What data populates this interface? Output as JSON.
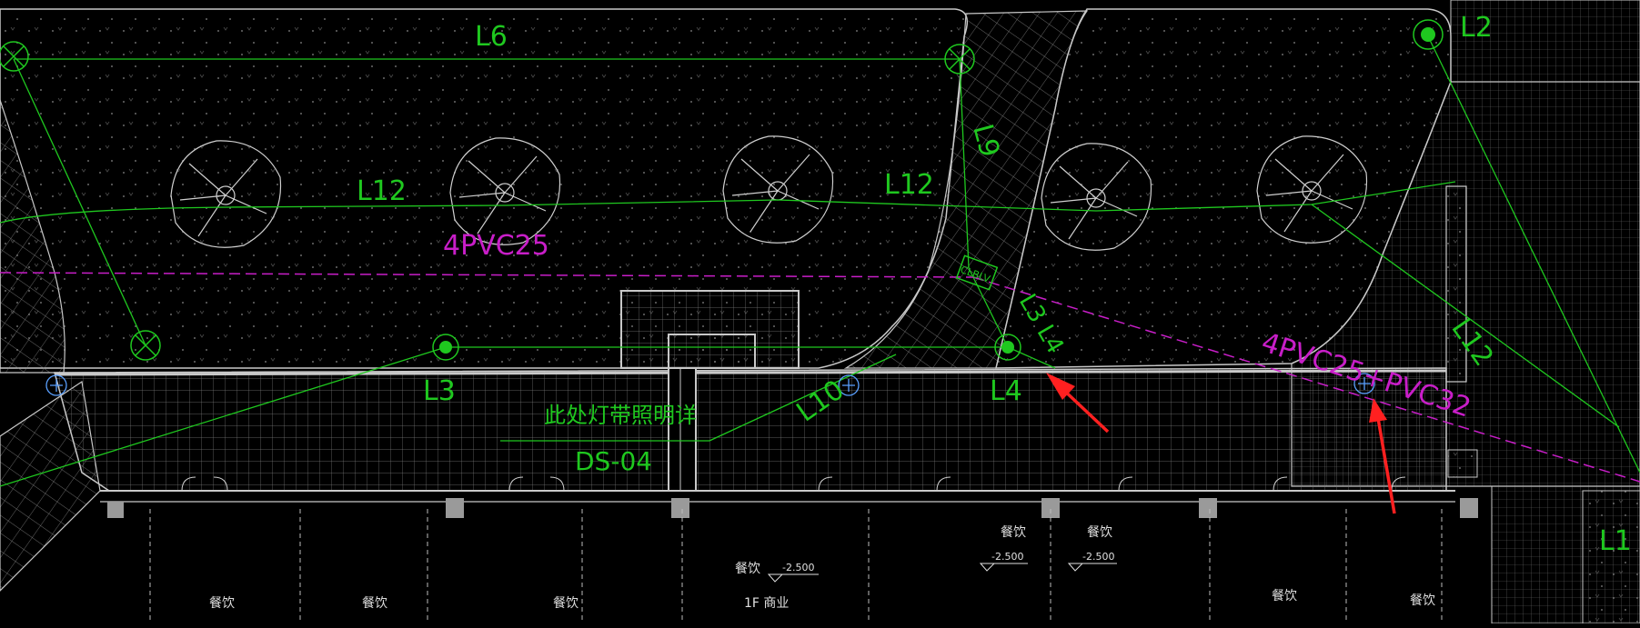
{
  "colors": {
    "background": "#000000",
    "wall": "#c8c8c8",
    "grid": "#8a8a8a",
    "circuit": "#1fc81f",
    "conduit": "#c81ec8",
    "arrow": "#ff2020",
    "fixture_blue": "#5aa0ff",
    "dot": "#6a6a6a"
  },
  "circuit_labels": {
    "l6": "L6",
    "l12_left": "L12",
    "l12_right": "L12",
    "l3": "L3",
    "l4": "L4",
    "l10": "L10",
    "l12_diag": "L12",
    "l9": "L9",
    "l3l4": "L3 L4",
    "l2": "L2",
    "l1": "L1"
  },
  "conduit_labels": {
    "left": "4PVC25",
    "right": "4PVC25+PVC32"
  },
  "note": {
    "text": "此处灯带照明详",
    "ref": "DS-04"
  },
  "box_label": "CLBLV",
  "room_labels": {
    "r1": "餐饮",
    "r2": "餐饮",
    "r3": "餐饮",
    "r4": "餐饮",
    "r5": "1F 商业",
    "r6": "餐饮",
    "r7": "餐饮",
    "r8": "餐饮",
    "r9": "餐饮"
  },
  "elevations": {
    "e1": "-2.500",
    "e2": "-2.500",
    "e3": "-2.500"
  }
}
